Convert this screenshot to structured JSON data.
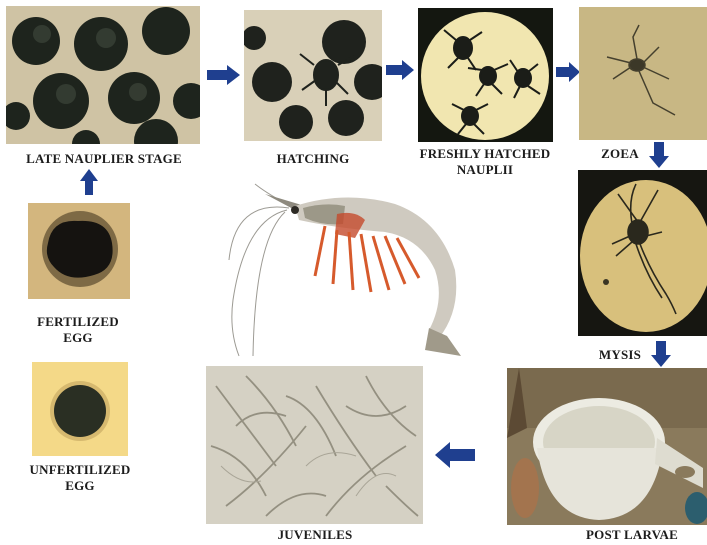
{
  "stages": {
    "late_nauplier": "LATE NAUPLIER STAGE",
    "hatching": "HATCHING",
    "freshly_hatched_1": "FRESHLY HATCHED",
    "freshly_hatched_2": "NAUPLII",
    "zoea": "ZOEA",
    "fertilized_1": "FERTILIZED",
    "fertilized_2": "EGG",
    "unfertilized_1": "UNFERTILIZED",
    "unfertilized_2": "EGG",
    "mysis": "MYSIS",
    "post_larvae": "POST LARVAE",
    "juveniles": "JUVENILES"
  },
  "colors": {
    "arrow": "#1f3f8f",
    "label": "#1c1c1c"
  }
}
